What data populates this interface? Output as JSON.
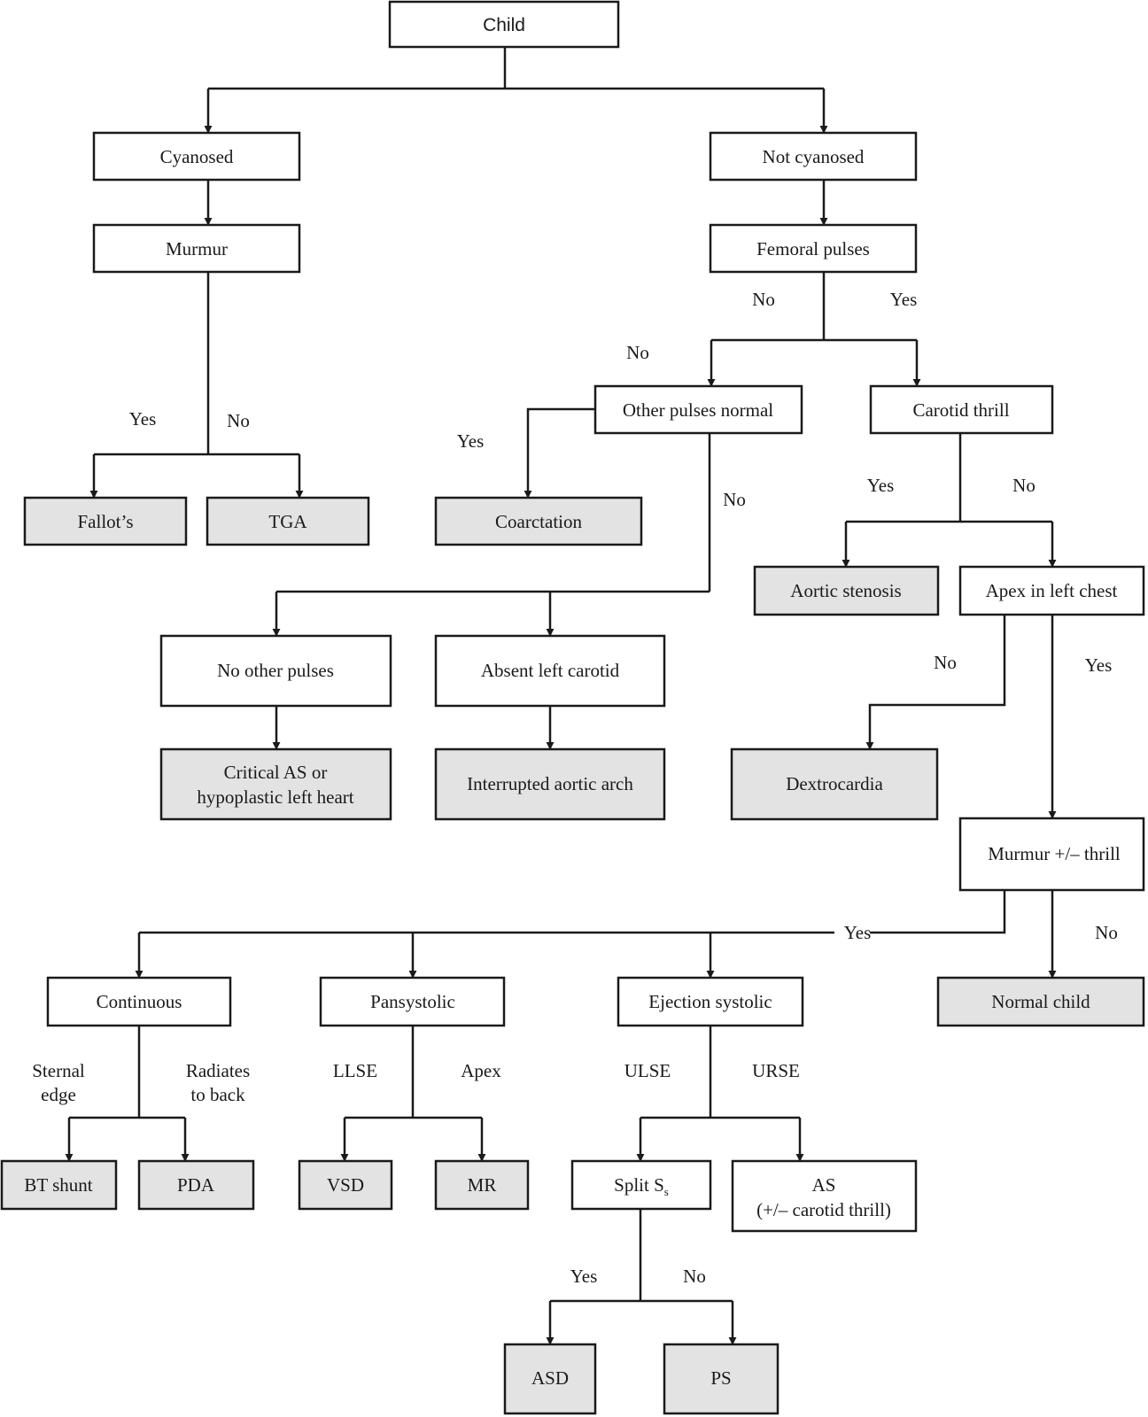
{
  "nodes": {
    "child": "Child",
    "cyanosed": "Cyanosed",
    "not_cyanosed": "Not cyanosed",
    "murmur": "Murmur",
    "femoral_pulses": "Femoral pulses",
    "fallots": "Fallot’s",
    "tga": "TGA",
    "other_pulses_normal": "Other pulses normal",
    "carotid_thrill": "Carotid thrill",
    "coarctation": "Coarctation",
    "aortic_stenosis": "Aortic stenosis",
    "apex_left_chest": "Apex in left chest",
    "no_other_pulses": "No other pulses",
    "absent_left_carotid": "Absent left carotid",
    "critical_as_line1": "Critical AS or",
    "critical_as_line2": "hypoplastic left heart",
    "interrupted_arch": "Interrupted aortic arch",
    "dextrocardia": "Dextrocardia",
    "murmur_thrill": "Murmur +/– thrill",
    "continuous": "Continuous",
    "pansystolic": "Pansystolic",
    "ejection_systolic": "Ejection systolic",
    "normal_child": "Normal child",
    "bt_shunt": "BT shunt",
    "pda": "PDA",
    "vsd": "VSD",
    "mr": "MR",
    "split_s": "Split S",
    "split_s_sub": "s",
    "as_line1": "AS",
    "as_line2": "(+/– carotid thrill)",
    "asd": "ASD",
    "ps": "PS"
  },
  "edge_labels": {
    "murmur_yes": "Yes",
    "murmur_no": "No",
    "femoral_no": "No",
    "femoral_yes": "Yes",
    "femoral_no_branch": "No",
    "other_pulses_yes": "Yes",
    "other_pulses_no": "No",
    "carotid_yes": "Yes",
    "carotid_no": "No",
    "apex_no": "No",
    "apex_yes": "Yes",
    "murmur_thrill_yes": "Yes",
    "murmur_thrill_no": "No",
    "sternal_line1": "Sternal",
    "sternal_line2": "edge",
    "radiates_line1": "Radiates",
    "radiates_line2": "to back",
    "llse": "LLSE",
    "apex": "Apex",
    "ulse": "ULSE",
    "urse": "URSE",
    "split_yes": "Yes",
    "split_no": "No"
  }
}
